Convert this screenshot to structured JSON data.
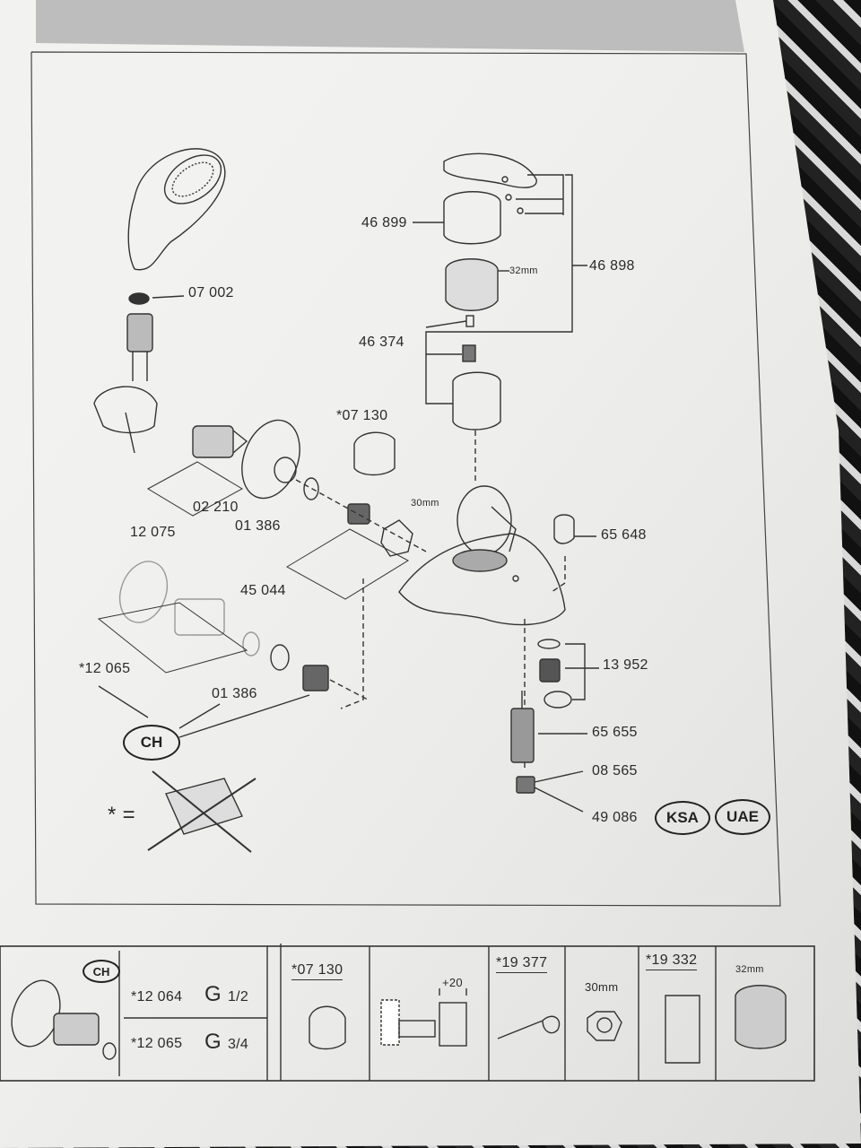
{
  "labels": {
    "p07002": "07 002",
    "p46899": "46 899",
    "p32mm_top": "32mm",
    "p46898": "46 898",
    "p46374": "46 374",
    "p07130": "*07 130",
    "p02210": "02 210",
    "p12075": "12 075",
    "p01386a": "01 386",
    "p30mm": "30mm",
    "p65648": "65 648",
    "p45044": "45 044",
    "p12065": "*12 065",
    "p01386b": "01 386",
    "p13952": "13 952",
    "p65655": "65 655",
    "p08565": "08 565",
    "p49086": "49 086",
    "equals": "* ="
  },
  "badges": {
    "ch": "CH",
    "ksa": "KSA",
    "uae": "UAE"
  },
  "table": {
    "ch": "CH",
    "row1_code": "*12 064",
    "row1_thread": "G",
    "row1_frac": "1/2",
    "row2_code": "*12 065",
    "row2_thread": "G",
    "row2_frac": "3/4",
    "extension_code": "*07 130",
    "dim_plus": "+20",
    "wrench_code": "*19 377",
    "nut_size": "30mm",
    "tool_code": "*19 332",
    "ring_size": "32mm"
  }
}
